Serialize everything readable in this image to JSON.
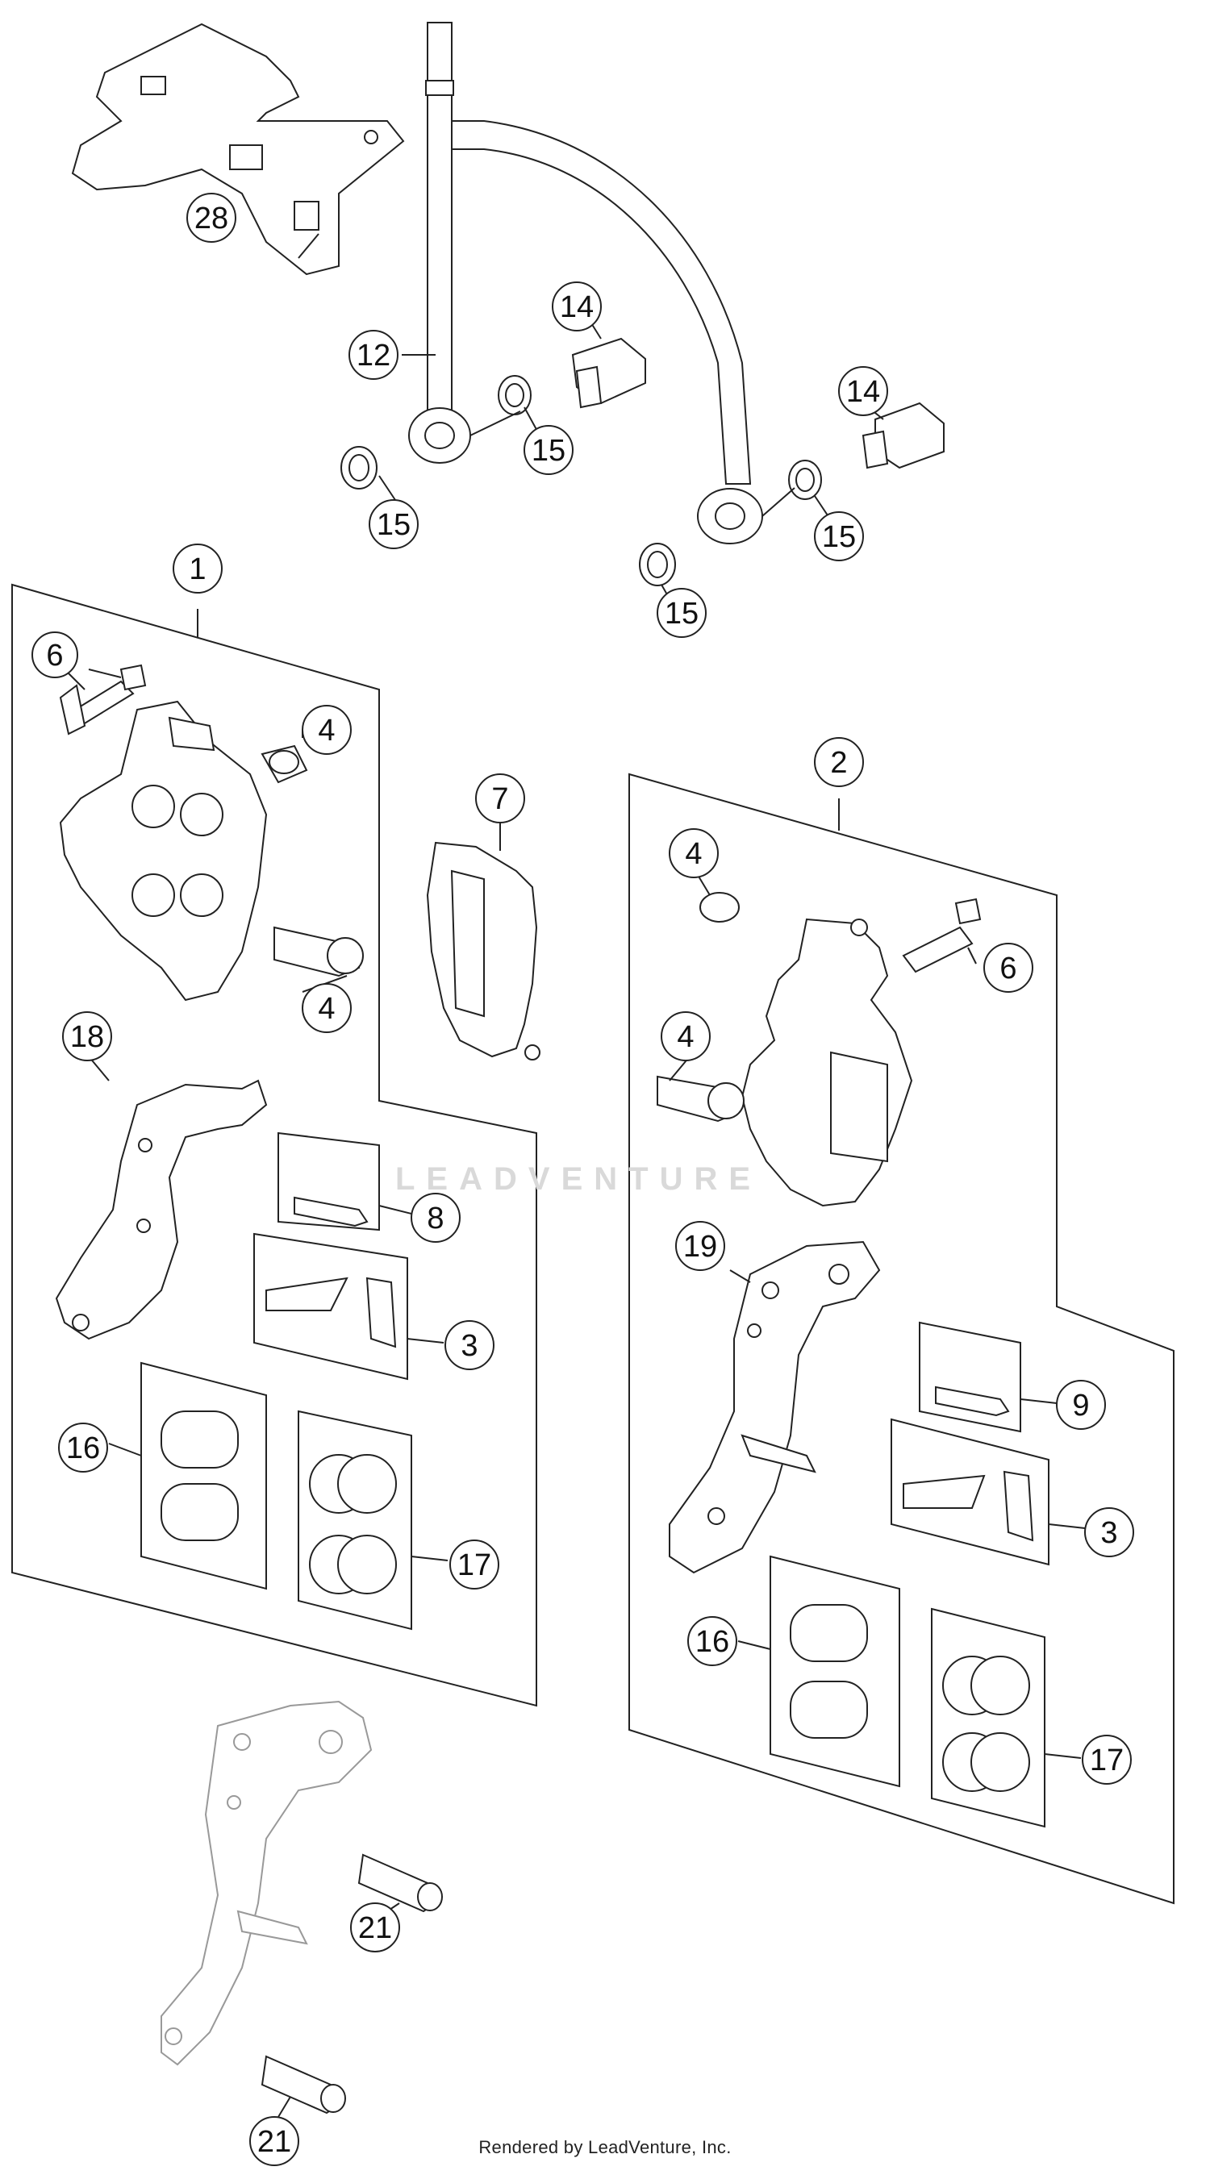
{
  "diagram": {
    "callouts": [
      {
        "id": "c28",
        "label": "28"
      },
      {
        "id": "c12",
        "label": "12"
      },
      {
        "id": "c14a",
        "label": "14"
      },
      {
        "id": "c14b",
        "label": "14"
      },
      {
        "id": "c15a",
        "label": "15"
      },
      {
        "id": "c15b",
        "label": "15"
      },
      {
        "id": "c15c",
        "label": "15"
      },
      {
        "id": "c15d",
        "label": "15"
      },
      {
        "id": "c1",
        "label": "1"
      },
      {
        "id": "c2",
        "label": "2"
      },
      {
        "id": "c6a",
        "label": "6"
      },
      {
        "id": "c6b",
        "label": "6"
      },
      {
        "id": "c4a",
        "label": "4"
      },
      {
        "id": "c4b",
        "label": "4"
      },
      {
        "id": "c4c",
        "label": "4"
      },
      {
        "id": "c4d",
        "label": "4"
      },
      {
        "id": "c7",
        "label": "7"
      },
      {
        "id": "c18",
        "label": "18"
      },
      {
        "id": "c19",
        "label": "19"
      },
      {
        "id": "c8",
        "label": "8"
      },
      {
        "id": "c9",
        "label": "9"
      },
      {
        "id": "c3a",
        "label": "3"
      },
      {
        "id": "c3b",
        "label": "3"
      },
      {
        "id": "c16a",
        "label": "16"
      },
      {
        "id": "c16b",
        "label": "16"
      },
      {
        "id": "c17a",
        "label": "17"
      },
      {
        "id": "c17b",
        "label": "17"
      },
      {
        "id": "c21a",
        "label": "21"
      },
      {
        "id": "c21b",
        "label": "21"
      }
    ],
    "watermark": "LEADVENTURE",
    "footer": "Rendered by LeadVenture, Inc."
  }
}
